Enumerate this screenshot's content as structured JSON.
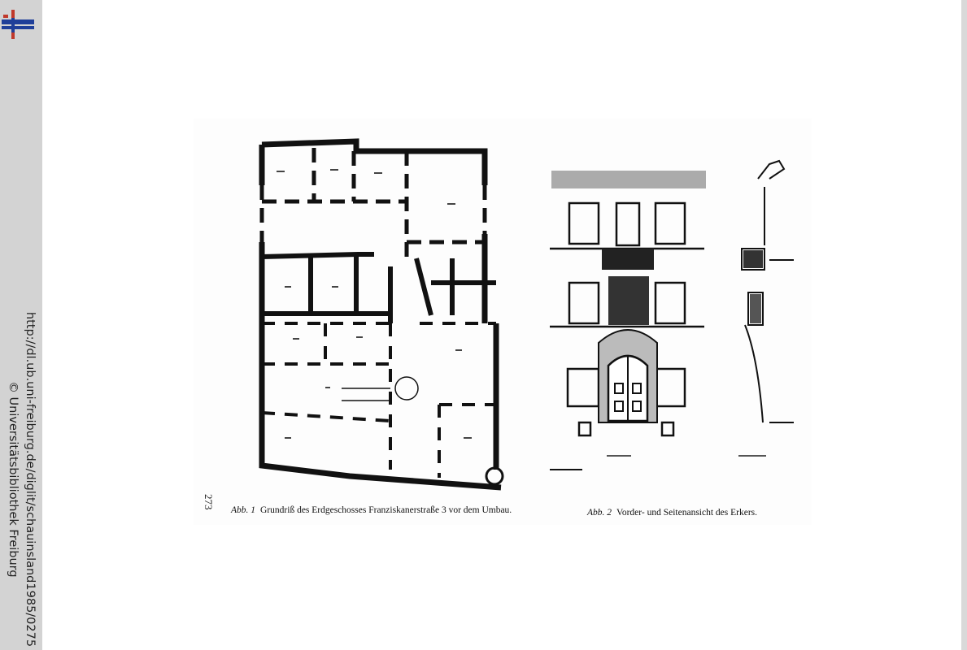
{
  "sidebar": {
    "url": "http://dl.ub.uni-freiburg.de/diglit/schauinsland1985/0275",
    "copyright": "© Universitätsbibliothek Freiburg",
    "logo_colors": [
      "#c0392b",
      "#1f3f99"
    ]
  },
  "page": {
    "number": "273",
    "figures": [
      {
        "label": "Abb. 1",
        "caption": "Grundriß des Erdgeschosses Franziskanerstraße 3 vor dem Umbau."
      },
      {
        "label": "Abb. 2",
        "caption": "Vorder- und Seitenansicht des Erkers."
      }
    ]
  }
}
